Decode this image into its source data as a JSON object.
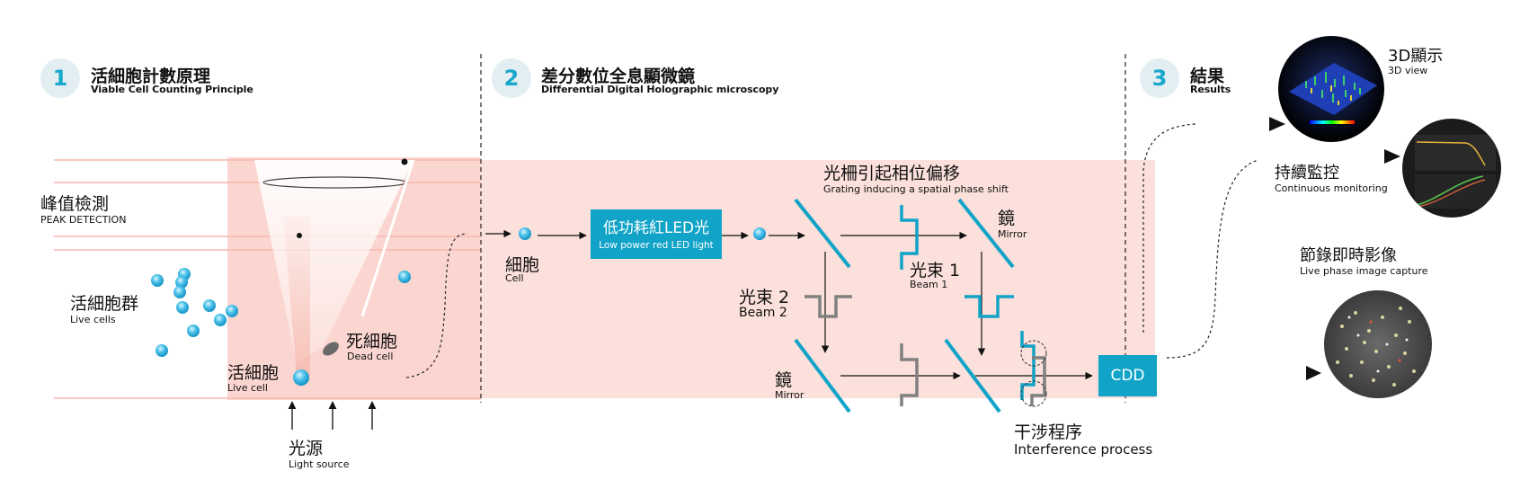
{
  "sections": [
    {
      "number": "1",
      "title": "活細胞計數原理",
      "subtitle": "Viable Cell Counting Principle"
    },
    {
      "number": "2",
      "title": "差分數位全息顯微鏡",
      "subtitle": "Differential Digital Holographic microscopy"
    },
    {
      "number": "3",
      "title": "結果",
      "subtitle": "Results"
    }
  ],
  "principle": {
    "peak_zh": "峰值檢測",
    "peak_en": "PEAK DETECTION",
    "live_cells_zh": "活細胞群",
    "live_cells_en": "Live cells",
    "dead_cell_zh": "死細胞",
    "dead_cell_en": "Dead cell",
    "live_cell_zh": "活細胞",
    "live_cell_en": "Live cell",
    "light_source_zh": "光源",
    "light_source_en": "Light source"
  },
  "holo": {
    "cell_zh": "細胞",
    "cell_en": "Cell",
    "led_zh": "低功耗紅LED光",
    "led_en": "Low power red LED light",
    "grating_zh": "光柵引起相位偏移",
    "grating_en": "Grating inducing a spatial phase shift",
    "mirror_zh": "鏡",
    "mirror_en": "Mirror",
    "beam1_zh": "光束 1",
    "beam1_en": "Beam 1",
    "beam2_zh": "光束 2",
    "beam2_en": "Beam 2",
    "interference_zh": "干涉程序",
    "interference_en": "Interference process",
    "cdd": "CDD"
  },
  "results": {
    "view3d_zh": "3D顯示",
    "view3d_en": "3D view",
    "monitor_zh": "持續監控",
    "monitor_en": "Continuous monitoring",
    "capture_zh": "節錄即時影像",
    "capture_en": "Live phase image capture"
  },
  "colors": {
    "accent": "#11a3c8",
    "band": "#fbd6d0",
    "line": "#f6b7ad",
    "gray": "#808080"
  }
}
